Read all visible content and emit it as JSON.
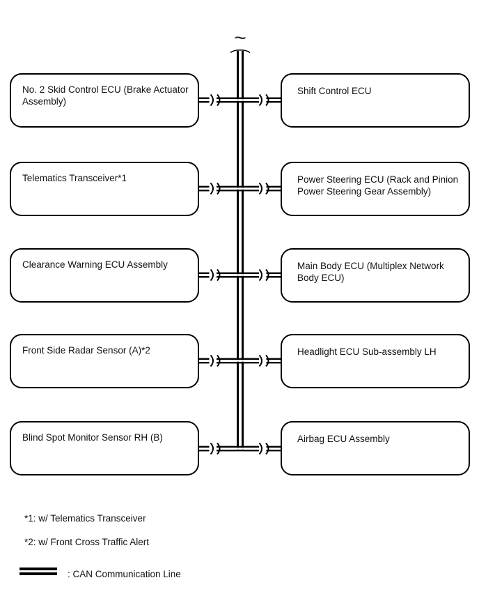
{
  "diagram": {
    "bus_continuation_symbol": "~",
    "line_color": "#000000",
    "left_boxes": [
      {
        "label": "No. 2 Skid Control ECU (Brake Actuator\nAssembly)"
      },
      {
        "label": "Telematics Transceiver*1"
      },
      {
        "label": "Clearance Warning ECU Assembly"
      },
      {
        "label": "Front Side Radar Sensor (A)*2"
      },
      {
        "label": "Blind Spot Monitor Sensor RH (B)"
      }
    ],
    "right_boxes": [
      {
        "label": "Shift Control ECU"
      },
      {
        "label": "Power Steering ECU (Rack and Pinion\nPower Steering Gear Assembly)"
      },
      {
        "label": "Main Body ECU (Multiplex Network\nBody ECU)"
      },
      {
        "label": "Headlight ECU Sub-assembly LH"
      },
      {
        "label": "Airbag ECU Assembly"
      }
    ],
    "footnotes": [
      {
        "text": "*1: w/ Telematics Transceiver"
      },
      {
        "text": "*2: w/ Front Cross Traffic Alert"
      }
    ],
    "legend": {
      "symbol": "can-double-line",
      "label": ": CAN Communication Line"
    }
  }
}
